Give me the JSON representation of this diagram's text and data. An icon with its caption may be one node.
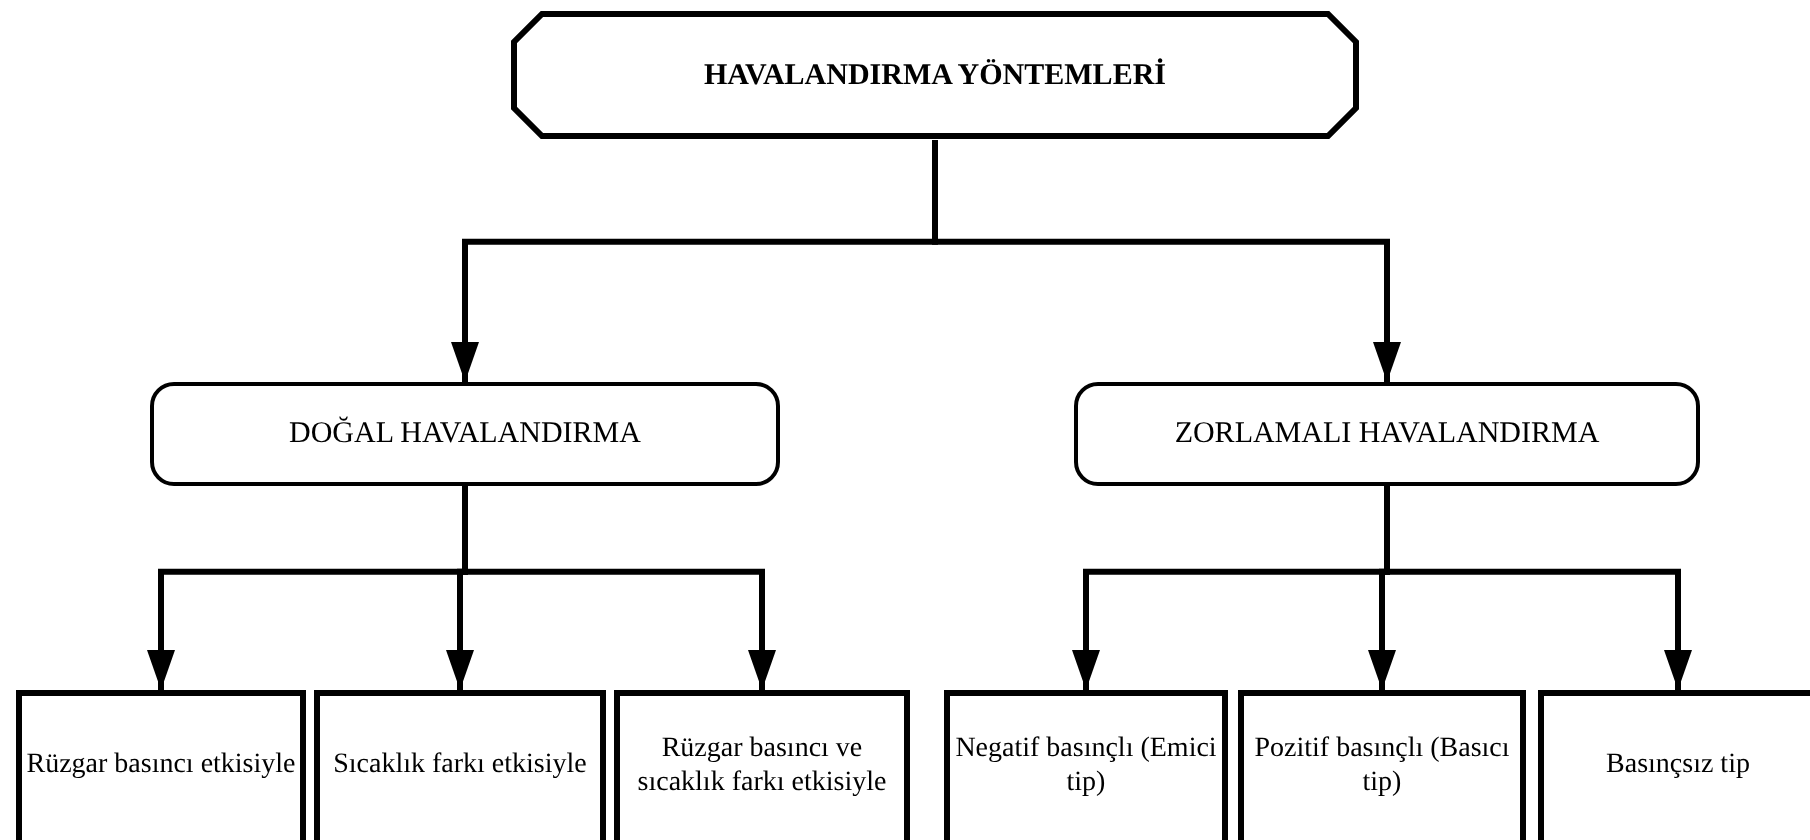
{
  "diagram": {
    "nodes": [
      {
        "text": [
          "HAVALANDIRMA YÖNTEMLERİ"
        ]
      },
      {
        "text": [
          "DOĞAL HAVALANDIRMA"
        ]
      },
      {
        "text": [
          "ZORLAMALI HAVALANDIRMA"
        ]
      },
      {
        "text": [
          "Rüzgar basıncı etkisiyle"
        ]
      },
      {
        "text": [
          "Sıcaklık farkı etkisiyle"
        ]
      },
      {
        "text": [
          "Rüzgar basıncı ve sıcaklık farkı etkisiyle"
        ]
      },
      {
        "text": [
          "Negatif basınçlı (Emici tip)"
        ]
      },
      {
        "text": [
          "Pozitif basınçlı (Basıcı tip)"
        ]
      },
      {
        "text": [
          "Basınçsız tip"
        ]
      }
    ],
    "edges": [
      {
        "from": 0,
        "to": 1,
        "arrow": "to"
      },
      {
        "from": 0,
        "to": 2,
        "arrow": "to"
      },
      {
        "from": 1,
        "to": 3,
        "arrow": "to"
      },
      {
        "from": 1,
        "to": 4,
        "arrow": "to"
      },
      {
        "from": 1,
        "to": 5,
        "arrow": "to"
      },
      {
        "from": 2,
        "to": 6,
        "arrow": "to"
      },
      {
        "from": 2,
        "to": 7,
        "arrow": "to"
      },
      {
        "from": 2,
        "to": 8,
        "arrow": "to"
      }
    ]
  }
}
